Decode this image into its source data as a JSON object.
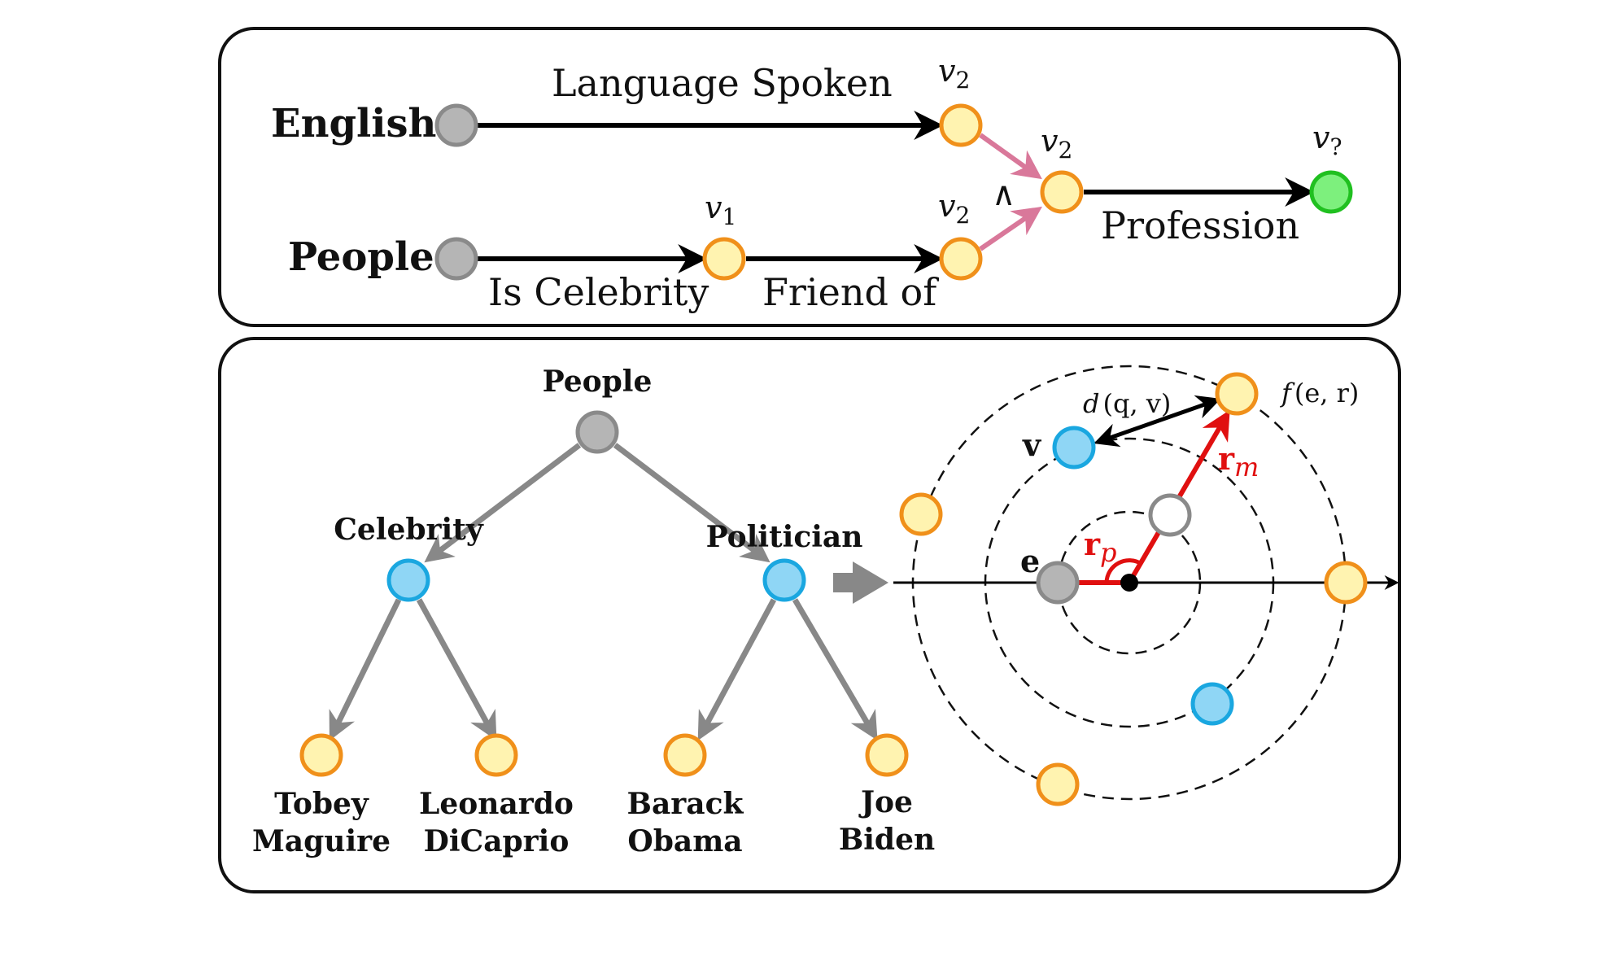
{
  "colors": {
    "gray_fill": "#b5b5b5",
    "gray_stroke": "#8a8a8a",
    "yellow_fill": "#fff3b0",
    "orange_stroke": "#f0901a",
    "blue_fill": "#8fd6f5",
    "blue_stroke": "#1aa7e0",
    "green_fill": "#7df07d",
    "green_stroke": "#20c020",
    "pink_arrow": "#d9789a",
    "red": "#e01010",
    "tree_edge": "#888888"
  },
  "top_panel": {
    "label_english": "English",
    "label_people": "People",
    "edge_language_spoken": "Language Spoken",
    "edge_is_celebrity": "Is Celebrity",
    "edge_friend_of": "Friend of",
    "edge_profession": "Profession",
    "intersection_symbol": "∧",
    "var_v": "v",
    "sub_1": "1",
    "sub_2": "2",
    "sub_q": "?"
  },
  "tree": {
    "root": "People",
    "celebrity": "Celebrity",
    "politician": "Politician",
    "tobey_1": "Tobey",
    "tobey_2": "Maguire",
    "leo_1": "Leonardo",
    "leo_2": "DiCaprio",
    "barack_1": "Barack",
    "barack_2": "Obama",
    "joe_1": "Joe",
    "joe_2": "Biden"
  },
  "polar": {
    "d_prefix": "d",
    "d_args": "(q, v)",
    "f_prefix": "f",
    "f_args": "(e, r)",
    "v_label": "v",
    "e_label": "e",
    "r_label": "r",
    "rm_sub": "m",
    "rp_sub": "p"
  }
}
